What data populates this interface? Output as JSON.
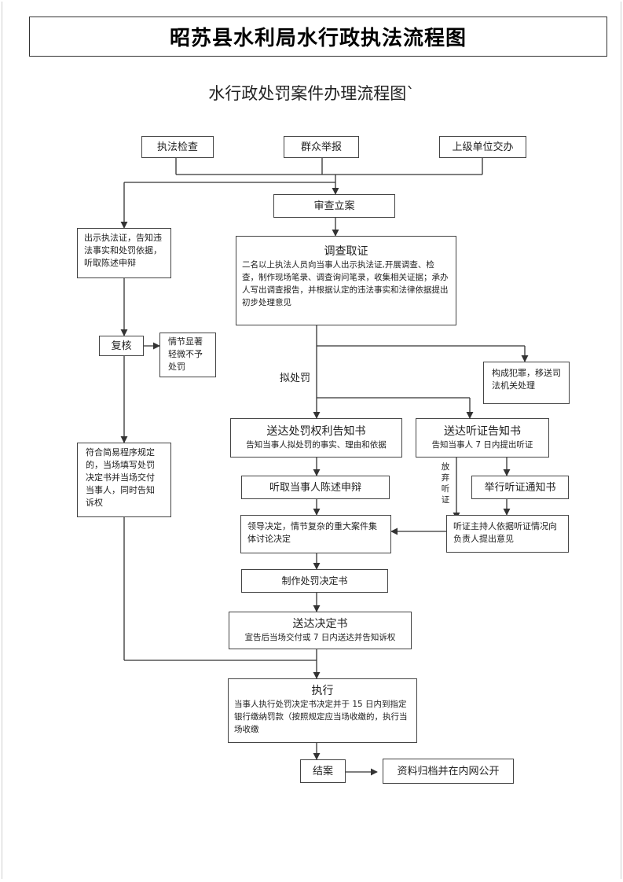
{
  "title": "昭苏县水利局水行政执法流程图",
  "subtitle": "水行政处罚案件办理流程图`",
  "sources": {
    "inspection": "执法检查",
    "report": "群众举报",
    "referral": "上级单位交办"
  },
  "register": "审查立案",
  "left": {
    "show_cert": "出示执法证，告知违法事实和处罚依据，听取陈述申辩",
    "review": "复核",
    "minor": "情节显著轻微不予处罚",
    "simple": "符合简易程序规定的，当场填写处罚决定书并当场交付当事人，同时告知诉权"
  },
  "investigate": {
    "heading": "调查取证",
    "body": "二名以上执法人员向当事人出示执法证,开展调查、检查，制作现场笔录、调查询问笔录，收集相关证据；承办人写出调查报告，并根据认定的违法事实和法律依据提出初步处理意见"
  },
  "crime": "构成犯罪，移送司法机关处理",
  "propose_label": "拟处罚",
  "notice_rights": {
    "heading": "送达处罚权利告知书",
    "body": "告知当事人拟处罚的事实、理由和依据"
  },
  "notice_hearing": {
    "heading": "送达听证告知书",
    "body": "告知当事人 7 日内提出听证"
  },
  "waive_label": "放弃听证",
  "listen": "听取当事人陈述申辩",
  "hearing_notice": "举行听证通知书",
  "leader": "领导决定，情节复杂的重大案件集体讨论决定",
  "hearing_host": "听证主持人依据听证情况向负责人提出意见",
  "make_decision": "制作处罚决定书",
  "deliver": {
    "heading": "送达决定书",
    "body": "宣告后当场交付或 7 日内送达并告知诉权"
  },
  "execute": {
    "heading": "执行",
    "body": "当事人执行处罚决定书决定并于 15 日内到指定银行缴纳罚款（按照规定应当场收缴的，执行当场收缴"
  },
  "close": "结案",
  "archive": "资料归档并在内网公开"
}
